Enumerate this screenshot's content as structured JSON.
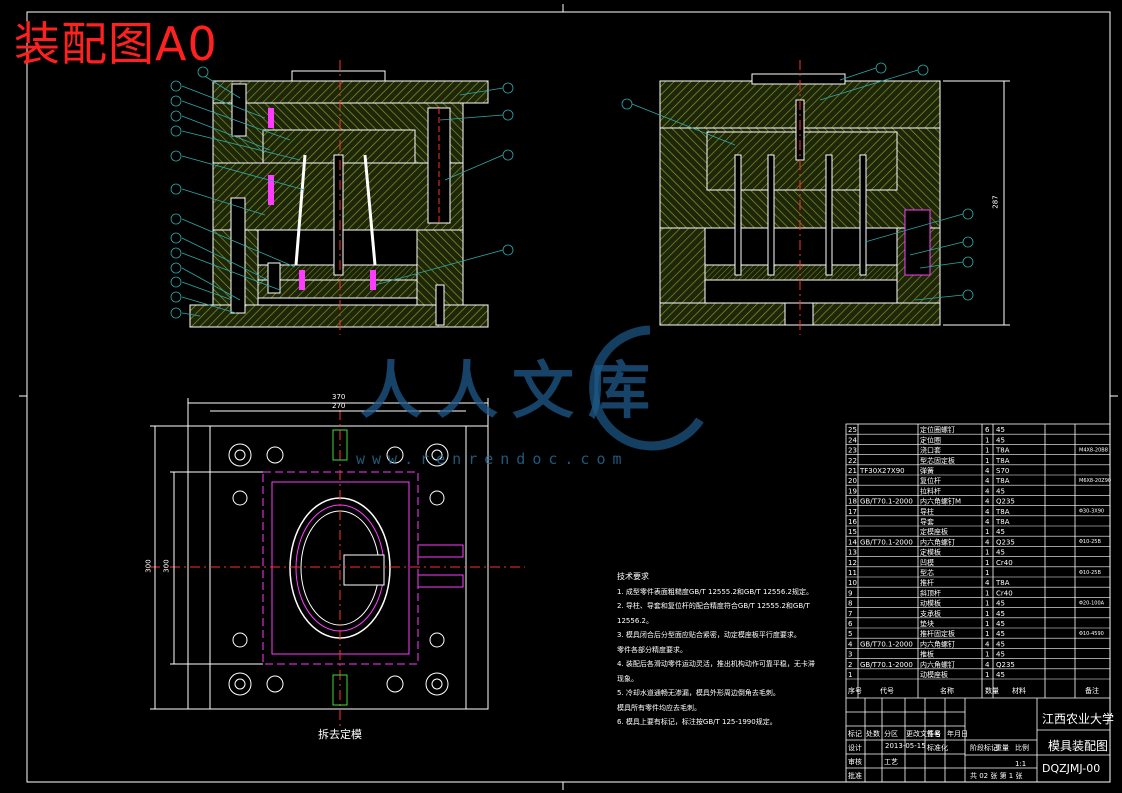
{
  "title": "装配图A0",
  "caption": "拆去定模",
  "dims": {
    "outer_w": "370",
    "inner_w": "270",
    "outer_h": "300",
    "inner_h": "300",
    "side_h": "287"
  },
  "notes": {
    "heading": "技术要求",
    "lines": [
      "1. 成型零件表面粗糙度GB/T 12555.2和GB/T 12556.2规定。",
      "2. 导柱、导套和复位杆的配合精度符合GB/T 12555.2和GB/T 12556.2。",
      "3. 模具闭合后分型面应贴合紧密，动定模座板平行度要求。",
      "   零件各部分精度要求。",
      "4. 装配后各滑动零件运动灵活，推出机构动作可靠平稳，无卡滞",
      "   现象。",
      "5. 冷却水道通畅无渗漏，模具外形周边倒角去毛刺。",
      "   模具所有零件均应去毛刺。",
      "6. 模具上要有标记，标注按GB/T 125-1990规定。"
    ]
  },
  "bom": {
    "rows": [
      {
        "no": "25",
        "code": "",
        "name": "定位圈螺钉",
        "qty": "6",
        "mat": "45"
      },
      {
        "no": "24",
        "code": "",
        "name": "定位圈",
        "qty": "1",
        "mat": "45"
      },
      {
        "no": "23",
        "code": "",
        "name": "浇口套",
        "qty": "1",
        "mat": "T8A"
      },
      {
        "no": "22",
        "code": "",
        "name": "型芯固定板",
        "qty": "1",
        "mat": "T8A"
      },
      {
        "no": "21",
        "code": "TF30X27X90",
        "name": "弹簧",
        "qty": "4",
        "mat": "S70"
      },
      {
        "no": "20",
        "code": "",
        "name": "复位杆",
        "qty": "4",
        "mat": "T8A"
      },
      {
        "no": "19",
        "code": "",
        "name": "拉料杆",
        "qty": "4",
        "mat": "45"
      },
      {
        "no": "18",
        "code": "GB/T70.1-2000",
        "name": "内六角螺钉M",
        "qty": "4",
        "mat": "Q235"
      },
      {
        "no": "17",
        "code": "",
        "name": "导柱",
        "qty": "4",
        "mat": "T8A"
      },
      {
        "no": "16",
        "code": "",
        "name": "导套",
        "qty": "4",
        "mat": "T8A"
      },
      {
        "no": "15",
        "code": "",
        "name": "定模座板",
        "qty": "1",
        "mat": "45"
      },
      {
        "no": "14",
        "code": "GB/T70.1-2000",
        "name": "内六角螺钉",
        "qty": "4",
        "mat": "Q235"
      },
      {
        "no": "13",
        "code": "",
        "name": "定模板",
        "qty": "1",
        "mat": "45"
      },
      {
        "no": "12",
        "code": "",
        "name": "凹模",
        "qty": "1",
        "mat": "Cr40"
      },
      {
        "no": "11",
        "code": "",
        "name": "型芯",
        "qty": "1",
        "mat": ""
      },
      {
        "no": "10",
        "code": "",
        "name": "推杆",
        "qty": "4",
        "mat": "T8A"
      },
      {
        "no": "9",
        "code": "",
        "name": "斜顶杆",
        "qty": "1",
        "mat": "Cr40"
      },
      {
        "no": "8",
        "code": "",
        "name": "动模板",
        "qty": "1",
        "mat": "45"
      },
      {
        "no": "7",
        "code": "",
        "name": "支承板",
        "qty": "1",
        "mat": "45"
      },
      {
        "no": "6",
        "code": "",
        "name": "垫块",
        "qty": "1",
        "mat": "45"
      },
      {
        "no": "5",
        "code": "",
        "name": "推杆固定板",
        "qty": "1",
        "mat": "45"
      },
      {
        "no": "4",
        "code": "GB/T70.1-2000",
        "name": "内六角螺钉",
        "qty": "4",
        "mat": "45"
      },
      {
        "no": "3",
        "code": "",
        "name": "推板",
        "qty": "1",
        "mat": "45"
      },
      {
        "no": "2",
        "code": "GB/T70.1-2000",
        "name": "内六角螺钉",
        "qty": "4",
        "mat": "Q235"
      },
      {
        "no": "1",
        "code": "",
        "name": "动模座板",
        "qty": "1",
        "mat": "45"
      }
    ],
    "header": {
      "no": "序号",
      "code": "代号",
      "name": "名称",
      "qty": "数量",
      "mat": "材料",
      "remark": "备注"
    },
    "remarks": [
      "M4X8-20B8",
      "M6X8-20Z90",
      "Φ30-3X90",
      "Φ10-25B",
      "Φ10-25B",
      "Φ20-100A",
      "Φ10-4590"
    ]
  },
  "titleblock": {
    "school": "江西农业大学",
    "drawing_name": "模具装配图",
    "drawing_no": "DQZJMJ-00",
    "sheet": "共 02 张  第 1 张",
    "scale": "1:1",
    "labels": [
      "标记",
      "处数",
      "分区",
      "更改文件号",
      "签名",
      "年月日",
      "设计",
      "标准化",
      "阶段标记",
      "重量",
      "比例",
      "审核",
      "工艺",
      "批准"
    ],
    "date": "2013-05-15"
  },
  "watermark": {
    "text": "人人文库",
    "url": "www.renrendoc.com"
  },
  "colors": {
    "bg": "#000000",
    "line": "#ffffff",
    "hatch": "#7a8c2a",
    "center": "#ff3030",
    "leader": "#2fa8a8",
    "magenta": "#ff3cff",
    "green": "#3cdc3c",
    "title": "#ff2020"
  }
}
